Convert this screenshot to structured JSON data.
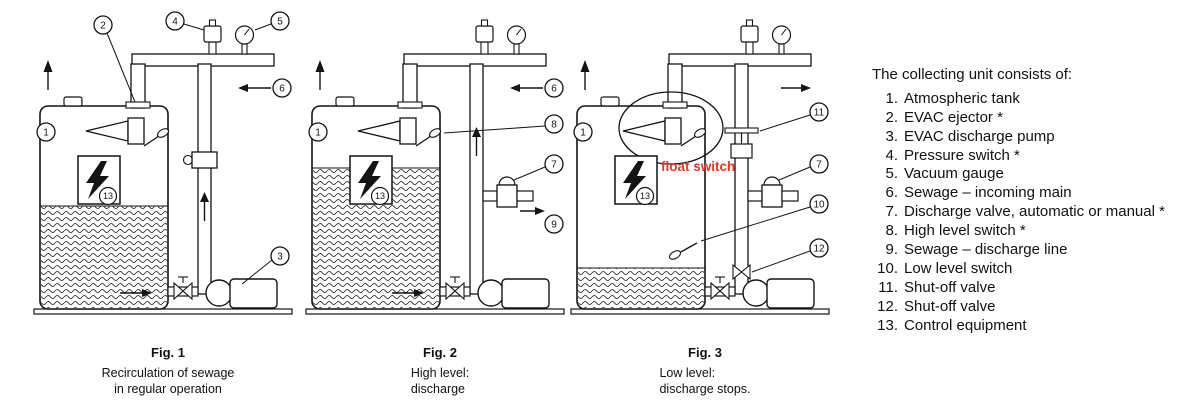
{
  "figures": [
    {
      "caption_title": "Fig. 1",
      "caption_line1": "Recirculation of sewage",
      "caption_line2": "in regular operation",
      "callouts": {
        "tank": "1",
        "ejector": "2",
        "pump": "3",
        "pressure": "4",
        "gauge": "5",
        "incoming": "6",
        "control": "13"
      }
    },
    {
      "caption_title": "Fig. 2",
      "caption_line1": "High level:",
      "caption_line2": "discharge",
      "callouts": {
        "tank": "1",
        "incoming": "6",
        "valve": "7",
        "high_level": "8",
        "discharge": "9",
        "control": "13"
      }
    },
    {
      "caption_title": "Fig. 3",
      "caption_line1": "Low level:",
      "caption_line2": "discharge stops.",
      "annotation": "float switch",
      "callouts": {
        "tank": "1",
        "valve": "7",
        "low_level": "10",
        "shutoff_top": "11",
        "shutoff_bottom": "12",
        "control": "13"
      }
    }
  ],
  "legend": {
    "title": "The collecting unit consists of:",
    "items": [
      {
        "num": "1.",
        "label": "Atmospheric tank"
      },
      {
        "num": "2.",
        "label": "EVAC ejector *"
      },
      {
        "num": "3.",
        "label": "EVAC discharge pump"
      },
      {
        "num": "4.",
        "label": "Pressure switch *"
      },
      {
        "num": "5.",
        "label": "Vacuum gauge"
      },
      {
        "num": "6.",
        "label": "Sewage – incoming main"
      },
      {
        "num": "7.",
        "label": "Discharge valve, automatic or manual *"
      },
      {
        "num": "8.",
        "label": "High level switch *"
      },
      {
        "num": "9.",
        "label": "Sewage – discharge line"
      },
      {
        "num": "10.",
        "label": "Low level switch"
      },
      {
        "num": "11.",
        "label": "Shut-off valve"
      },
      {
        "num": "12.",
        "label": "Shut-off valve"
      },
      {
        "num": "13.",
        "label": "Control equipment"
      }
    ]
  },
  "colors": {
    "annotation_red": "#e0392b",
    "line": "#141414"
  }
}
